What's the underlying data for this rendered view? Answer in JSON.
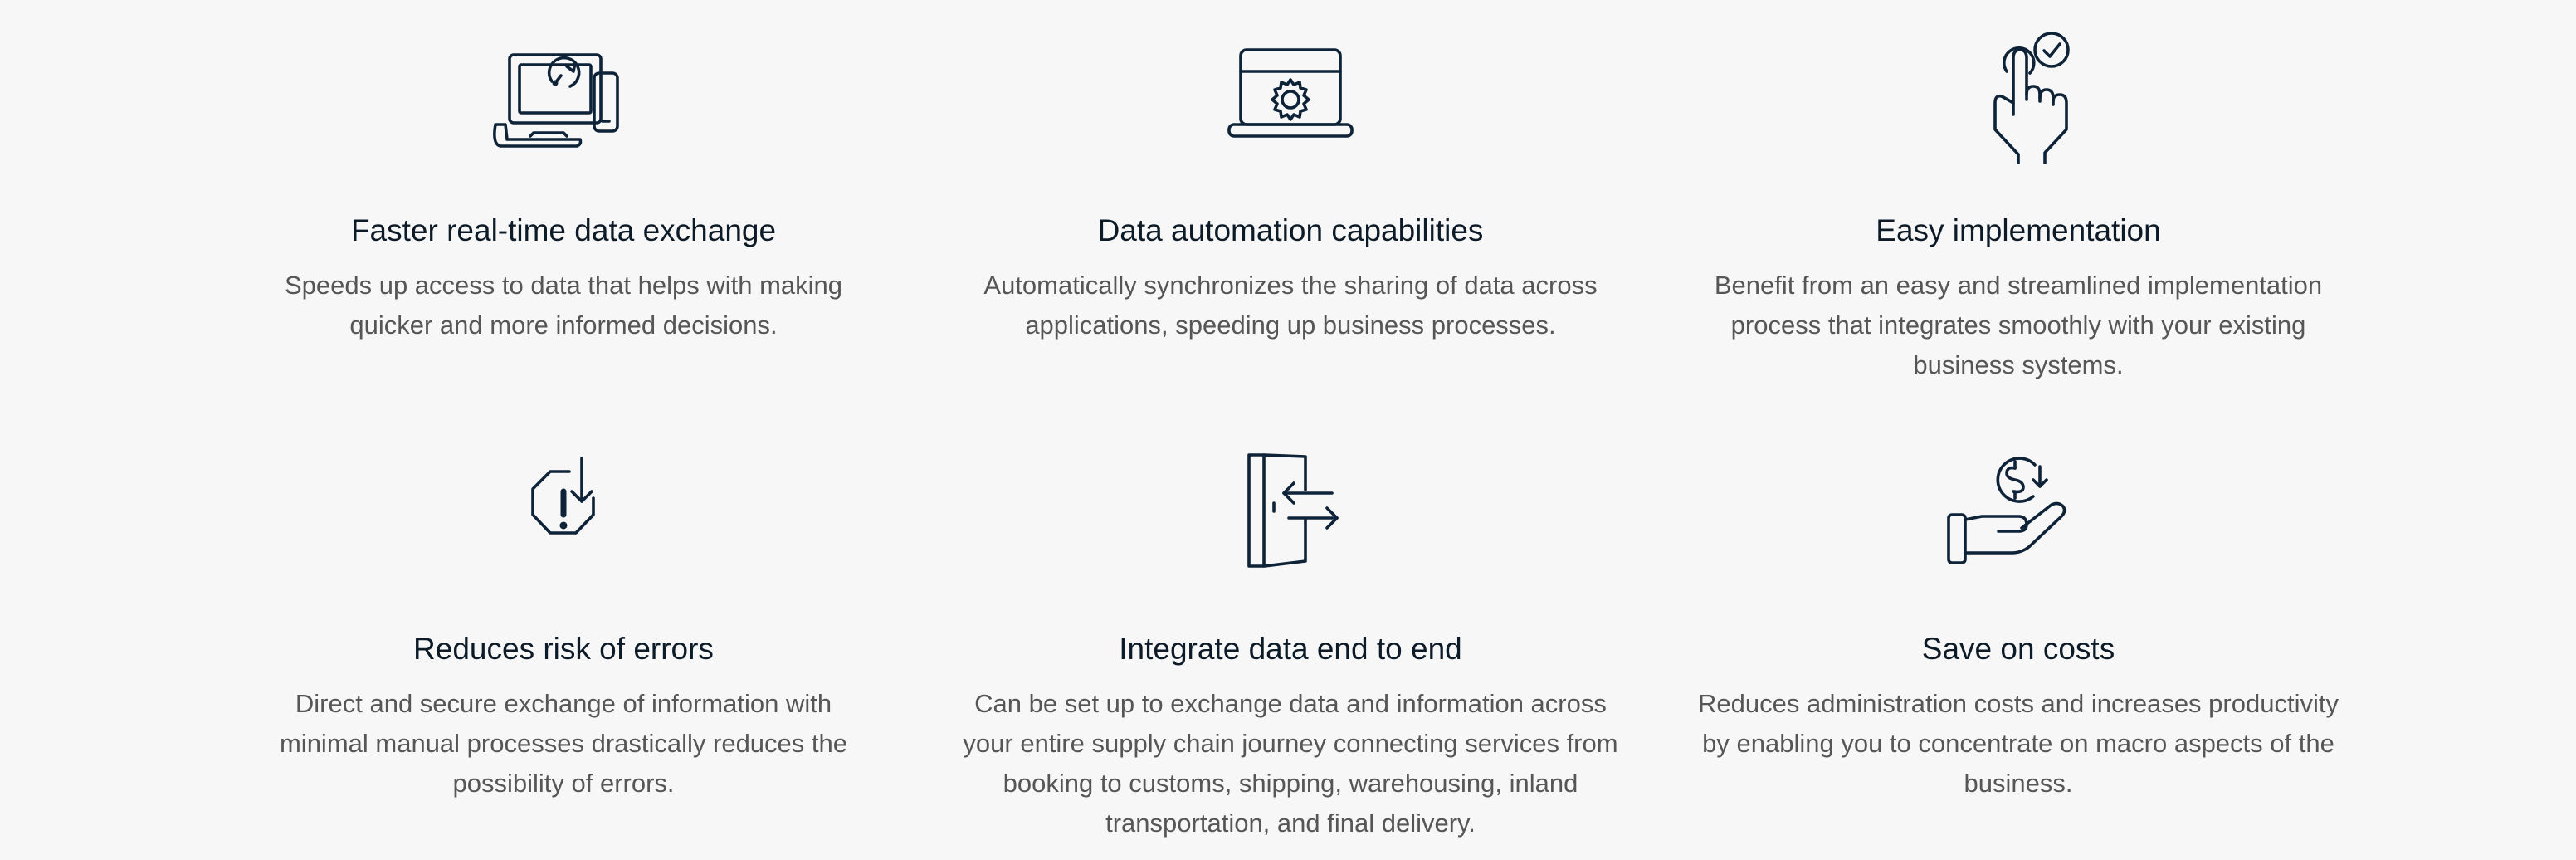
{
  "features": [
    {
      "icon": "devices-speed-icon",
      "title": "Faster real-time data exchange",
      "description": "Speeds up access to data that helps with making quicker and more informed decisions."
    },
    {
      "icon": "laptop-gear-icon",
      "title": "Data automation capabilities",
      "description": "Automatically synchronizes the sharing of data across applications, speeding up business processes."
    },
    {
      "icon": "hand-tap-check-icon",
      "title": "Easy implementation",
      "description": "Benefit from an easy and streamlined implementation process that integrates smoothly with your existing business systems."
    },
    {
      "icon": "error-octagon-icon",
      "title": "Reduces risk of errors",
      "description": "Direct and secure exchange of information with minimal manual processes drastically reduces the possibility of errors."
    },
    {
      "icon": "door-exchange-icon",
      "title": "Integrate data end to end",
      "description": "Can be set up to exchange data and information across your entire supply chain journey connecting services from booking to customs, shipping, warehousing, inland transportation, and final delivery."
    },
    {
      "icon": "hand-dollar-icon",
      "title": "Save on costs",
      "description": "Reduces administration costs and increases productivity by enabling you to concentrate on macro aspects of the business."
    }
  ],
  "colors": {
    "background": "#f7f7f7",
    "icon_stroke": "#0e2338",
    "title": "#0d1b28",
    "description": "#565656"
  }
}
